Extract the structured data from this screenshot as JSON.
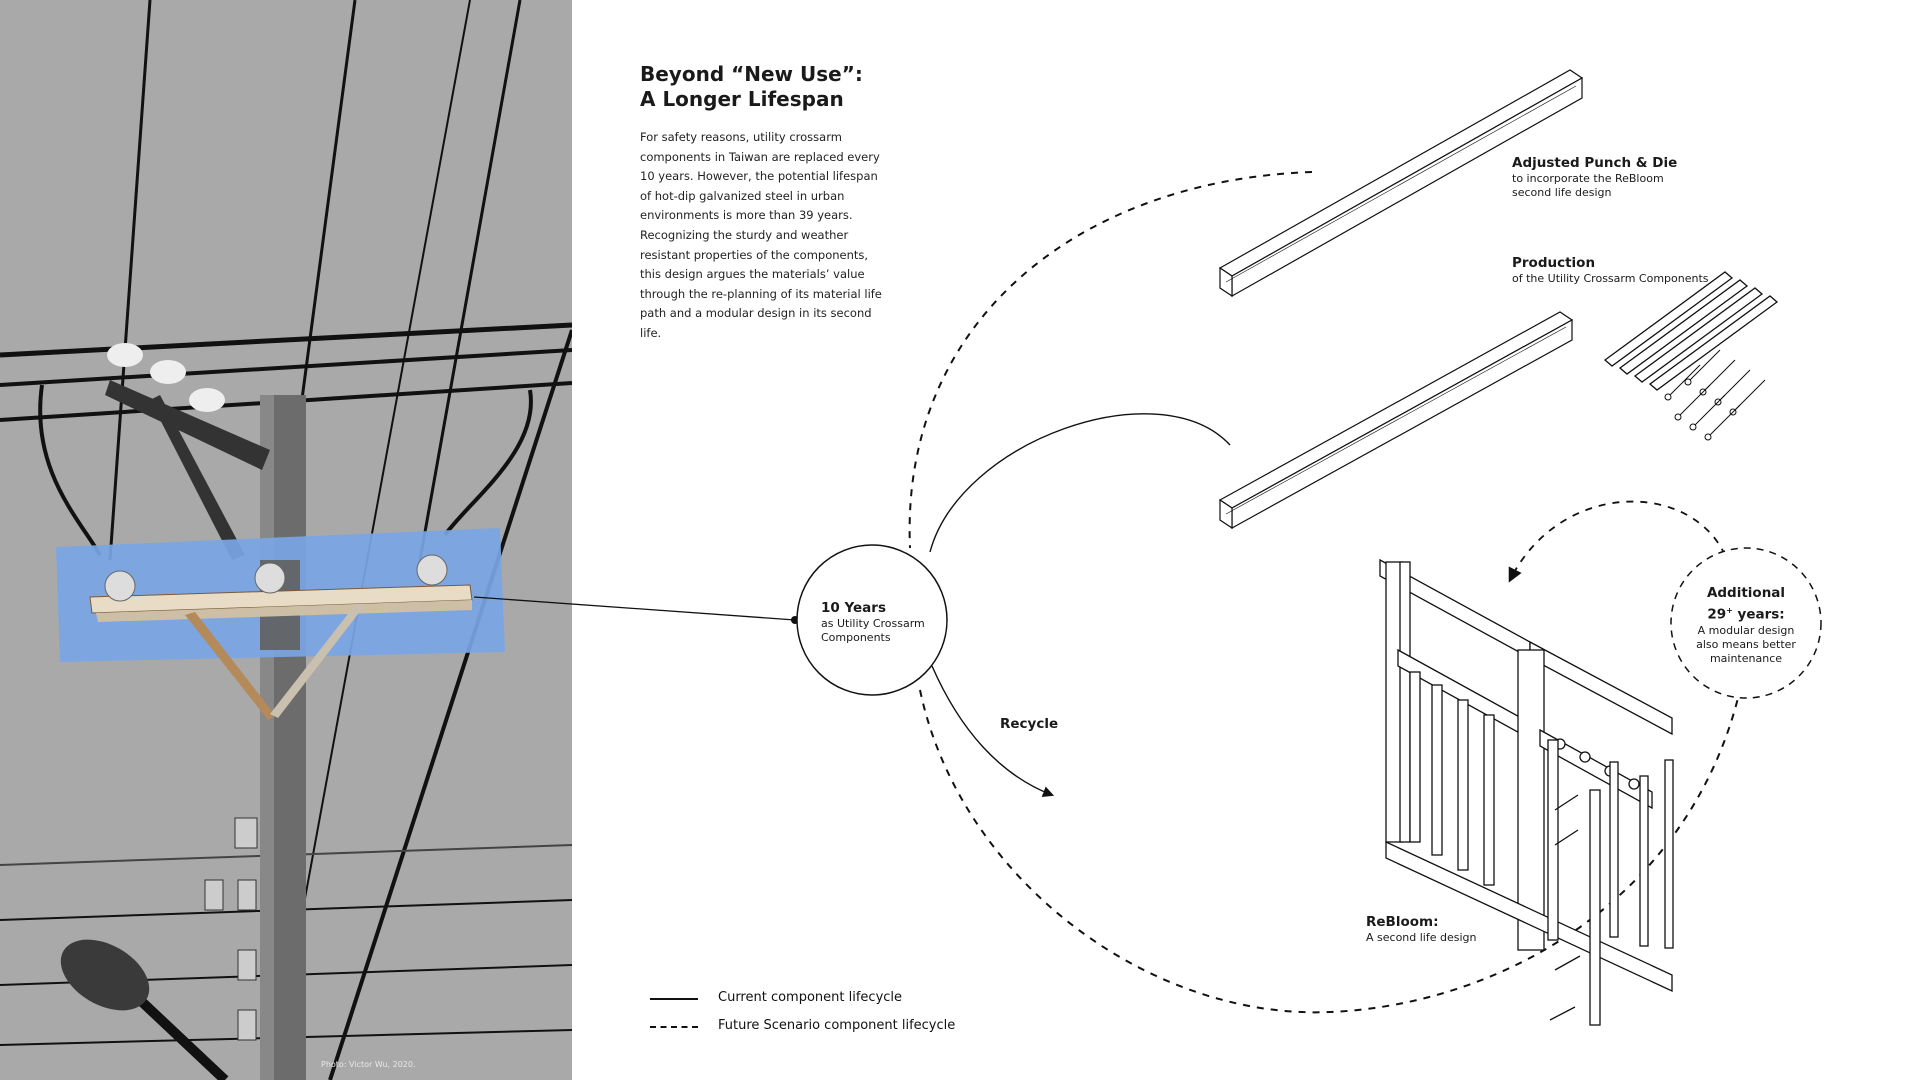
{
  "header": {
    "title_line1": "Beyond “New Use”:",
    "title_line2": "A Longer Lifespan"
  },
  "intro": {
    "paragraph": "For safety reasons, utility crossarm components in Taiwan are replaced every 10 years. However, the potential lifespan of hot-dip galvanized steel in urban environments is more than 39 years. Recognizing the sturdy and weather resistant properties of the components, this design argues the materials’ value through the re-planning of its material life path and a modular design in its second life."
  },
  "photo": {
    "credit": "Photo: Victor Wu, 2020.",
    "highlight_color": "#7aa6e6"
  },
  "nodes": {
    "current": {
      "heading": "10 Years",
      "line1": "as Utility Crossarm",
      "line2": "Components"
    },
    "additional": {
      "heading_line1": "Additional",
      "heading_line2_value": "29",
      "heading_line2_sup": "+",
      "heading_line2_suffix": " years:",
      "line1": "A modular design",
      "line2": "also means better",
      "line3": "maintenance"
    }
  },
  "steps": {
    "punch_die": {
      "heading": "Adjusted Punch & Die",
      "line1": "to incorporate the ReBloom",
      "line2": "second life design"
    },
    "production": {
      "heading": "Production",
      "line1": "of the Utility Crossarm Components"
    },
    "recycle": {
      "heading": "Recycle"
    },
    "rebloom": {
      "heading": "ReBloom:",
      "line1": "A second life design"
    }
  },
  "legend": {
    "items": [
      {
        "label": "Current component lifecycle",
        "style": "solid"
      },
      {
        "label": "Future Scenario component lifecycle",
        "style": "dashed"
      }
    ]
  },
  "colors": {
    "ink": "#111111",
    "sky": "#a9a9a9",
    "highlight": "#7aa6e6"
  }
}
